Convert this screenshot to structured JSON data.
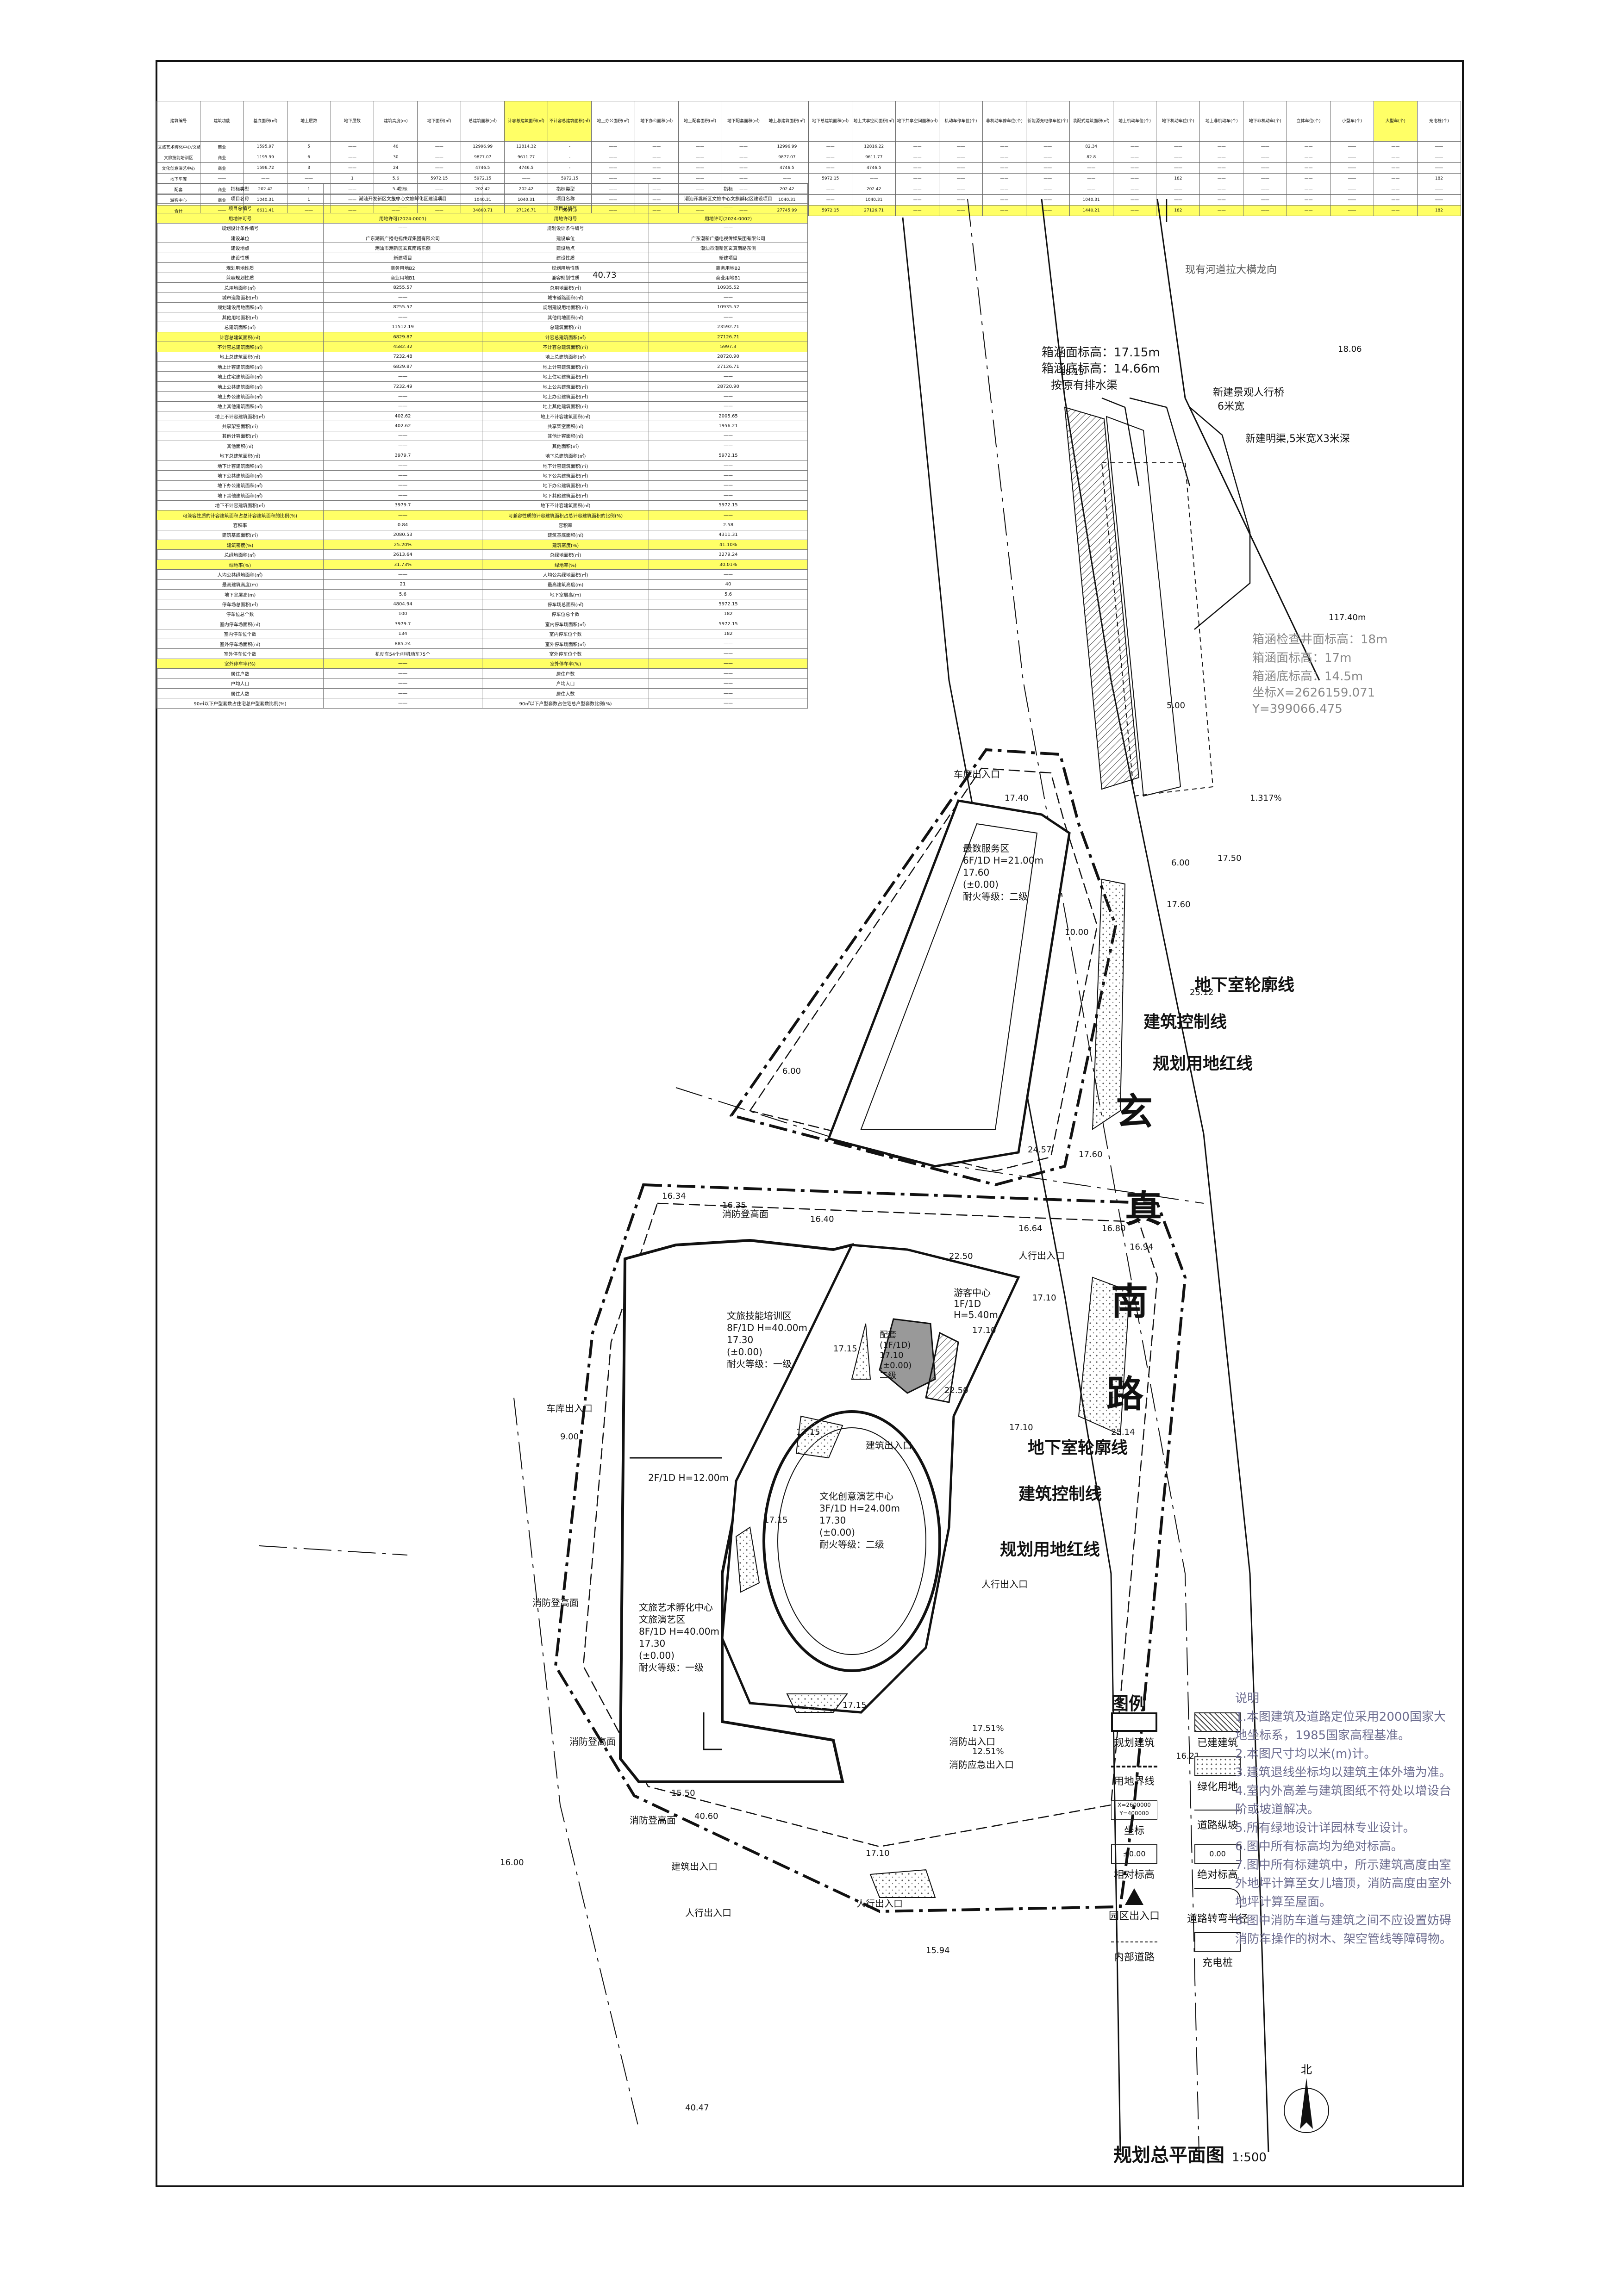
{
  "summary": {
    "headers": [
      "建筑编号",
      "建筑功能",
      "基底面积(㎡)",
      "地上层数",
      "地下层数",
      "建筑高度(m)",
      "地下面积(㎡)",
      "总建筑面积(㎡)",
      "计容总建筑面积(㎡)",
      "不计容总建筑面积(㎡)",
      "地上办公面积(㎡)",
      "地下办公面积(㎡)",
      "地上配套面积(㎡)",
      "地下配套面积(㎡)",
      "地上总建筑面积(㎡)",
      "地下总建筑面积(㎡)",
      "地上共享空间面积(㎡)",
      "地下共享空间面积(㎡)",
      "机动车停车位(个)",
      "非机动车停车位(个)",
      "新能源充电停车位(个)",
      "装配式建筑面积(㎡)",
      "地上机动车位(个)",
      "地下机动车位(个)",
      "地上非机动车(个)",
      "地下非机动车(个)",
      "立体车位(个)",
      "小型车(个)",
      "大型车(个)",
      "充电桩(个)"
    ],
    "rows": [
      [
        "文旅艺术孵化中心/文旅演艺区",
        "商业",
        "1595.97",
        "5",
        "——",
        "40",
        "——",
        "12996.99",
        "12814.32",
        "-",
        "——",
        "——",
        "——",
        "——",
        "12996.99",
        "——",
        "12816.22",
        "——",
        "——",
        "——",
        "——",
        "82.34",
        "——",
        "——",
        "——",
        "——",
        "——",
        "——",
        "——",
        "——"
      ],
      [
        "文旅技能培训区",
        "商业",
        "1195.99",
        "6",
        "——",
        "30",
        "——",
        "9877.07",
        "9611.77",
        "-",
        "——",
        "——",
        "——",
        "——",
        "9877.07",
        "——",
        "9611.77",
        "——",
        "——",
        "——",
        "——",
        "82.8",
        "——",
        "——",
        "——",
        "——",
        "——",
        "——",
        "——",
        "——"
      ],
      [
        "文化创意演艺中心",
        "商业",
        "1596.72",
        "3",
        "——",
        "24",
        "——",
        "4746.5",
        "4746.5",
        "-",
        "——",
        "——",
        "——",
        "——",
        "4746.5",
        "——",
        "4746.5",
        "——",
        "——",
        "——",
        "——",
        "——",
        "——",
        "——",
        "——",
        "——",
        "——",
        "——",
        "——",
        "——"
      ],
      [
        "地下车库",
        "——",
        "——",
        "——",
        "1",
        "5.6",
        "5972.15",
        "5972.15",
        "——",
        "5972.15",
        "——",
        "——",
        "——",
        "——",
        "——",
        "5972.15",
        "——",
        "——",
        "——",
        "——",
        "——",
        "——",
        "——",
        "182",
        "——",
        "——",
        "——",
        "——",
        "——",
        "182"
      ],
      [
        "配套",
        "商业",
        "202.42",
        "1",
        "——",
        "5.4",
        "——",
        "202.42",
        "202.42",
        "-",
        "——",
        "——",
        "——",
        "——",
        "202.42",
        "——",
        "202.42",
        "——",
        "——",
        "——",
        "——",
        "——",
        "——",
        "——",
        "——",
        "——",
        "——",
        "——",
        "——",
        "——"
      ],
      [
        "游客中心",
        "商业",
        "1040.31",
        "1",
        "——",
        "5.4",
        "——",
        "1040.31",
        "1040.31",
        "-",
        "——",
        "——",
        "——",
        "——",
        "1040.31",
        "——",
        "1040.31",
        "——",
        "——",
        "——",
        "——",
        "1040.31",
        "——",
        "——",
        "——",
        "——",
        "——",
        "——",
        "——",
        "——"
      ]
    ],
    "total": [
      "合计",
      "——",
      "6611.41",
      "——",
      "——",
      "——",
      "——",
      "34860.71",
      "27126.71",
      "5997.3",
      "——",
      "——",
      "——",
      "——",
      "27745.99",
      "5972.15",
      "27126.71",
      "——",
      "——",
      "——",
      "——",
      "1440.21",
      "——",
      "182",
      "——",
      "——",
      "——",
      "——",
      "——",
      "182"
    ]
  },
  "index_rows": [
    [
      "指标类型",
      "指标",
      "指标类型",
      "指标"
    ],
    [
      "项目名称",
      "潮汕开发新区文旅中心文旅孵化区建设项目",
      "项目名称",
      "潮汕开发新区文旅中心文旅孵化区建设项目"
    ],
    [
      "项目总编号",
      "——",
      "项目总编号",
      "——"
    ],
    [
      "用地许可号",
      "用地许可(2024-0001)",
      "用地许可号",
      "用地许可(2024-0002)"
    ],
    [
      "规划设计条件编号",
      "——",
      "规划设计条件编号",
      "——"
    ],
    [
      "建设单位",
      "广东潮新广播电视传媒集团有限公司",
      "建设单位",
      "广东潮新广播电视传媒集团有限公司"
    ],
    [
      "建设地点",
      "潮汕市潮新区玄真南路东侧",
      "建设地点",
      "潮汕市潮新区玄真南路东侧"
    ],
    [
      "建设性质",
      "新建项目",
      "建设性质",
      "新建项目"
    ],
    [
      "规划用地性质",
      "商务用地B2",
      "规划用地性质",
      "商务用地B2"
    ],
    [
      "兼容规划性质",
      "商业用地B1",
      "兼容规划性质",
      "商业用地B1"
    ],
    [
      "总用地面积(㎡)",
      "8255.57",
      "总用地面积(㎡)",
      "10935.52"
    ],
    [
      "城市道路面积(㎡)",
      "——",
      "城市道路面积(㎡)",
      "——"
    ],
    [
      "规划建设用地面积(㎡)",
      "8255.57",
      "规划建设用地面积(㎡)",
      "10935.52"
    ],
    [
      "其他用地面积(㎡)",
      "——",
      "其他用地面积(㎡)",
      "——"
    ],
    [
      "总建筑面积(㎡)",
      "11512.19",
      "总建筑面积(㎡)",
      "23592.71"
    ],
    [
      "计容总建筑面积(㎡)",
      "6829.87",
      "计容总建筑面积(㎡)",
      "27126.71"
    ],
    [
      "不计容总建筑面积(㎡)",
      "4582.32",
      "不计容总建筑面积(㎡)",
      "5997.3"
    ],
    [
      "地上总建筑面积(㎡)",
      "7232.48",
      "地上总建筑面积(㎡)",
      "28720.90"
    ],
    [
      "地上计容建筑面积(㎡)",
      "6829.87",
      "地上计容建筑面积(㎡)",
      "27126.71"
    ],
    [
      "地上住宅建筑面积(㎡)",
      "——",
      "地上住宅建筑面积(㎡)",
      "——"
    ],
    [
      "地上公共建筑面积(㎡)",
      "7232.49",
      "地上公共建筑面积(㎡)",
      "28720.90"
    ],
    [
      "地上办公建筑面积(㎡)",
      "——",
      "地上办公建筑面积(㎡)",
      "——"
    ],
    [
      "地上其他建筑面积(㎡)",
      "——",
      "地上其他建筑面积(㎡)",
      "——"
    ],
    [
      "地上不计容建筑面积(㎡)",
      "402.62",
      "地上不计容建筑面积(㎡)",
      "2005.65"
    ],
    [
      "共享架空面积(㎡)",
      "402.62",
      "共享架空面积(㎡)",
      "1956.21"
    ],
    [
      "其他计容面积(㎡)",
      "——",
      "其他计容面积(㎡)",
      "——"
    ],
    [
      "其他面积(㎡)",
      "——",
      "其他面积(㎡)",
      "——"
    ],
    [
      "地下总建筑面积(㎡)",
      "3979.7",
      "地下总建筑面积(㎡)",
      "5972.15"
    ],
    [
      "地下计容建筑面积(㎡)",
      "——",
      "地下计容建筑面积(㎡)",
      "——"
    ],
    [
      "地下公共建筑面积(㎡)",
      "——",
      "地下公共建筑面积(㎡)",
      "——"
    ],
    [
      "地下办公建筑面积(㎡)",
      "——",
      "地下办公建筑面积(㎡)",
      "——"
    ],
    [
      "地下其他建筑面积(㎡)",
      "——",
      "地下其他建筑面积(㎡)",
      "——"
    ],
    [
      "地下不计容建筑面积(㎡)",
      "3979.7",
      "地下不计容建筑面积(㎡)",
      "5972.15"
    ],
    [
      "可兼容性质的计容建筑面积占总计容建筑面积的比例(%)",
      "——",
      "可兼容性质的计容建筑面积占总计容建筑面积的比例(%)",
      "——"
    ],
    [
      "容积率",
      "0.84",
      "容积率",
      "2.58"
    ],
    [
      "建筑基底面积(㎡)",
      "2080.53",
      "建筑基底面积(㎡)",
      "4311.31"
    ],
    [
      "建筑密度(%)",
      "25.20%",
      "建筑密度(%)",
      "41.10%"
    ],
    [
      "总绿地面积(㎡)",
      "2613.64",
      "总绿地面积(㎡)",
      "3279.24"
    ],
    [
      "绿地率(%)",
      "31.73%",
      "绿地率(%)",
      "30.01%"
    ],
    [
      "人均公共绿地面积(㎡)",
      "——",
      "人均公共绿地面积(㎡)",
      "——"
    ],
    [
      "最高建筑高度(m)",
      "21",
      "最高建筑高度(m)",
      "40"
    ],
    [
      "地下室层高(m)",
      "5.6",
      "地下室层高(m)",
      "5.6"
    ],
    [
      "停车场总面积(㎡)",
      "4804.94",
      "停车场总面积(㎡)",
      "5972.15"
    ],
    [
      "停车位总个数",
      "100",
      "停车位总个数",
      "182"
    ],
    [
      "室内停车场面积(㎡)",
      "3979.7",
      "室内停车场面积(㎡)",
      "5972.15"
    ],
    [
      "室内停车位个数",
      "134",
      "室内停车位个数",
      "182"
    ],
    [
      "室外停车场面积(㎡)",
      "885.24",
      "室外停车场面积(㎡)",
      "——"
    ],
    [
      "室外停车位个数",
      "机动车54个/非机动车75个",
      "室外停车位个数",
      "——"
    ],
    [
      "室外停车率(%)",
      "——",
      "室外停车率(%)",
      "——"
    ],
    [
      "居住户数",
      "——",
      "居住户数",
      "——"
    ],
    [
      "户均人口",
      "——",
      "户均人口",
      "——"
    ],
    [
      "居住人数",
      "——",
      "居住人数",
      "——"
    ],
    [
      "90㎡以下户型套数占住宅总户型套数比例(%)",
      "——",
      "90㎡以下户型套数占住宅总户型套数比例(%)",
      "——"
    ]
  ],
  "index_highlight_rows": [
    3,
    15,
    16,
    33,
    36,
    38,
    48
  ],
  "plan": {
    "road_name": [
      "玄",
      "真",
      "南",
      "路"
    ],
    "existing_building_note": "现有河道拉大横龙向",
    "culvert_top": "箱涵面标高：17.15m",
    "culvert_bottom": "箱涵底标高：14.66m",
    "culvert_note": "按原有排水渠",
    "bridge_label": "新建景观人行桥",
    "bridge_width": "6米宽",
    "new_culvert": "新建明渠,5米宽X3米深",
    "grey_note_1": "箱涵检查井面标高：18m",
    "grey_note_2": "箱涵面标高：17m",
    "grey_note_3": "箱涵底标高：14.5m",
    "coord_x": "坐标X=2626159.071",
    "coord_y": "Y=399066.475",
    "north_label": "北",
    "labels_basement": "地下室轮廓线",
    "labels_control": "建筑控制线",
    "labels_redline": "规划用地红线",
    "building_a": [
      "最数服务区",
      "6F/1D H=21.00m",
      "17.60",
      "(±0.00)",
      "耐火等级：二级"
    ],
    "building_b": [
      "文旅技能培训区",
      "8F/1D H=40.00m",
      "17.30",
      "(±0.00)",
      "耐火等级：一级"
    ],
    "building_c": [
      "文化创意演艺中心",
      "3F/1D H=24.00m",
      "17.30",
      "(±0.00)",
      "耐火等级：二级"
    ],
    "building_d": [
      "文旅艺术孵化中心",
      "文旅演艺区",
      "8F/1D H=40.00m",
      "17.30",
      "(±0.00)",
      "耐火等级：一级"
    ],
    "building_e": [
      "游客中心",
      "1F/1D",
      "H=5.40m"
    ],
    "mid_label": "2F/1D H=12.00m",
    "pavilion": [
      "配套",
      "(1F/1D)",
      "17.10",
      "(±0.00)",
      "二级"
    ],
    "fire_a": "消防登高面",
    "fire_b": "消防登高面",
    "fire_c": "消防登高面",
    "fire_d": "消防登高面",
    "fire_e": "消防应急出入口",
    "entr_vehicle_1": "车库出入口",
    "entr_vehicle_2": "车库出入口",
    "entr_vehicle_3": "建筑出入口",
    "entr_people_1": "人行出入口",
    "entr_people_2": "人行出入口",
    "entr_people_3": "人行出入口",
    "entr_people_4": "人行出入口",
    "entr_building": "建筑出入口",
    "gate_label": "消防出入口",
    "elevations": [
      "18.15",
      "18.06",
      "17.40",
      "17.50",
      "17.60",
      "17.60",
      "16.34",
      "16.35",
      "16.40",
      "16.64",
      "16.80",
      "16.94",
      "17.10",
      "17.10",
      "17.15",
      "17.15",
      "17.10",
      "17.15",
      "16.21",
      "16.00",
      "15.94",
      "17.10",
      "17.15",
      "22.50",
      "22.50",
      "25.14",
      "25.12"
    ],
    "dims": [
      "10.00",
      "6.00",
      "24.57",
      "9.00",
      "15.50",
      "40.60",
      "5.00",
      "6.00",
      "17.51%",
      "12.51%",
      "40.47",
      "40.73",
      "1.317%",
      "117.40m"
    ]
  },
  "legend": {
    "title": "图例",
    "items": [
      "规划建筑",
      "已建建筑",
      "用地界线",
      "绿化用地",
      "坐标",
      "道路纵坡",
      "相对标高",
      "绝对标高",
      "园区出入口",
      "道路转弯半径",
      "内部道路",
      "充电桩"
    ],
    "coord_sample": "X=2600000\nY=400000",
    "rel_sample": "±0.00",
    "abs_sample": "0.00"
  },
  "notes": {
    "title": "说明",
    "items": [
      "1.本图建筑及道路定位采用2000国家大地坐标系，1985国家高程基准。",
      "2.本图尺寸均以米(m)计。",
      "3.建筑退线坐标均以建筑主体外墙为准。",
      "4.室内外高差与建筑图纸不符处以增设台阶或坡道解决。",
      "5.所有绿地设计详园林专业设计。",
      "6.图中所有标高均为绝对标高。",
      "7.图中所有标建筑中，所示建筑高度由室外地坪计算至女儿墙顶，消防高度由室外地坪计算至屋面。",
      "8.图中消防车道与建筑之间不应设置妨碍消防车操作的树木、架空管线等障碍物。"
    ]
  },
  "title_block": {
    "title": "规划总平面图",
    "scale": "1:500"
  },
  "colors": {
    "highlight": "#ffff66",
    "line": "#111111",
    "note": "#6d6d90",
    "hatch": "#444444"
  }
}
